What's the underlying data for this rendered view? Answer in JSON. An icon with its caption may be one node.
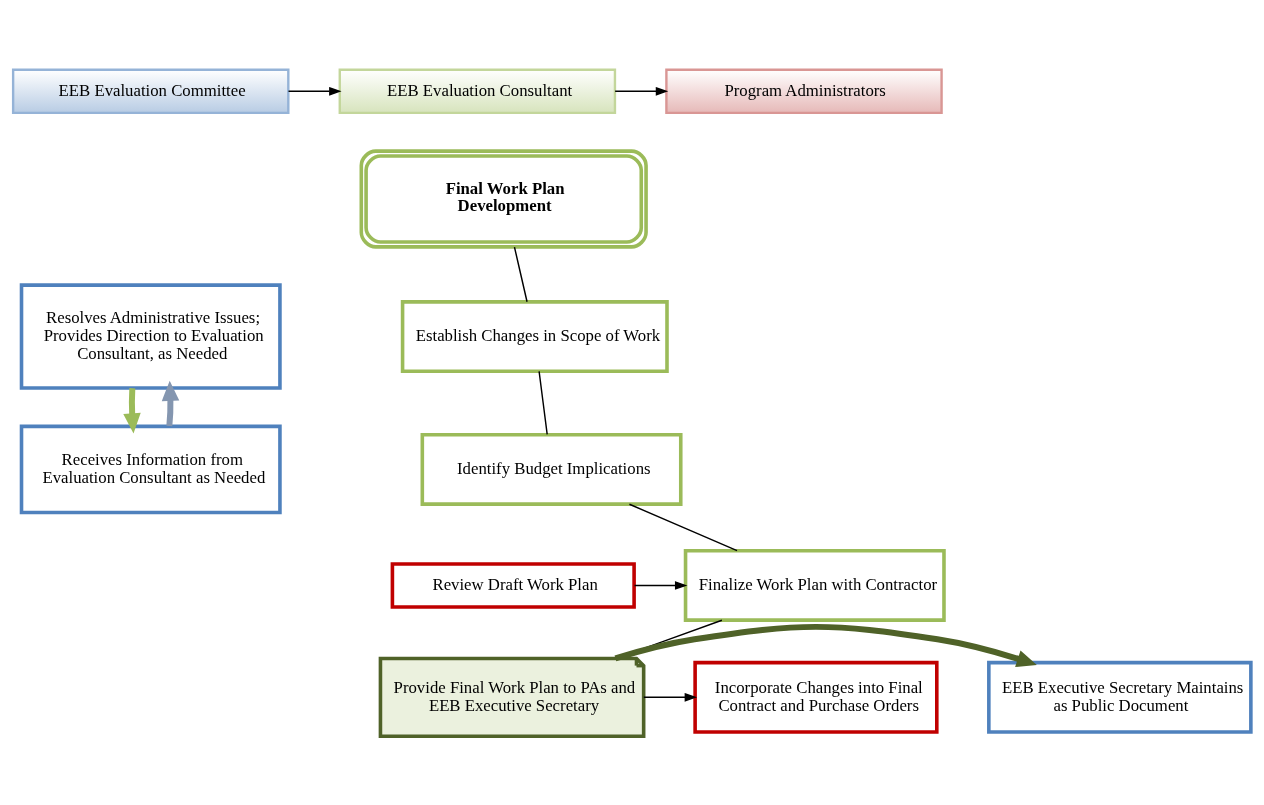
{
  "diagram": {
    "nodes": [
      {
        "text": [
          "EEB Evaluation Committee"
        ]
      },
      {
        "text": [
          "EEB Evaluation Consultant"
        ]
      },
      {
        "text": [
          "Program Administrators"
        ]
      },
      {
        "text": [
          "Final Work Plan Development"
        ]
      },
      {
        "text": [
          "Resolves Administrative Issues; Provides Direction to Evaluation Consultant, as Needed"
        ]
      },
      {
        "text": [
          "Establish Changes in Scope of Work"
        ]
      },
      {
        "text": [
          "Identify Budget Implications"
        ]
      },
      {
        "text": [
          "Receives Information from Evaluation Consultant as Needed"
        ]
      },
      {
        "text": [
          "Review Draft Work Plan"
        ]
      },
      {
        "text": [
          "Finalize Work Plan with Contractor"
        ]
      },
      {
        "text": [
          "EEB Executive Secretary Maintains as Public Document"
        ]
      },
      {
        "text": [
          "Provide Final Work Plan to PAs and EEB Executive Secretary"
        ]
      },
      {
        "text": [
          "Incorporate Changes into Final Contract and Purchase Orders"
        ]
      }
    ],
    "edges": [
      {
        "from": 0,
        "to": 1,
        "arrow": "to"
      },
      {
        "from": 1,
        "to": 2,
        "arrow": "to"
      },
      {
        "from": 3,
        "to": 5,
        "arrow": "none"
      },
      {
        "from": 4,
        "to": 7,
        "arrow": "to",
        "style": "thick",
        "color": "#9bbb59"
      },
      {
        "from": 7,
        "to": 4,
        "arrow": "to",
        "style": "thick",
        "color": "#8496b0"
      },
      {
        "from": 5,
        "to": 6,
        "arrow": "none"
      },
      {
        "from": 6,
        "to": 9,
        "arrow": "none"
      },
      {
        "from": 8,
        "to": 9,
        "arrow": "to"
      },
      {
        "from": 9,
        "to": 11,
        "arrow": "none"
      },
      {
        "from": 11,
        "to": 10,
        "arrow": "to",
        "style": "thick",
        "color": "#4f6228"
      },
      {
        "from": 11,
        "to": 12,
        "arrow": "to"
      }
    ]
  }
}
